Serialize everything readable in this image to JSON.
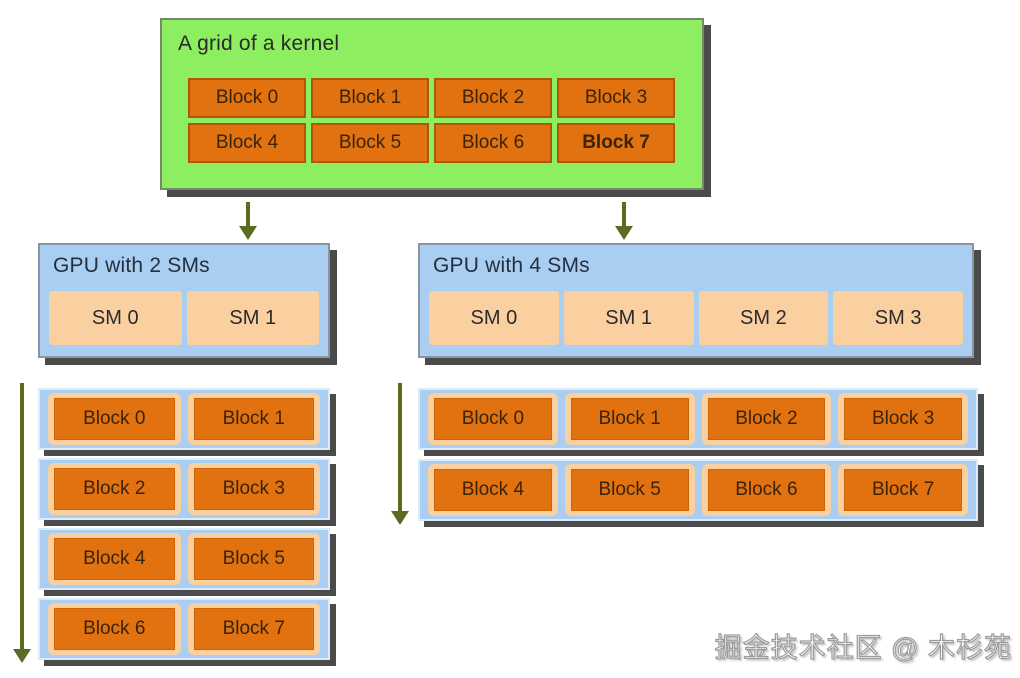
{
  "kernel_grid": {
    "title": "A grid of a kernel",
    "blocks": [
      "Block 0",
      "Block 1",
      "Block 2",
      "Block 3",
      "Block 4",
      "Block 5",
      "Block 6",
      "Block 7"
    ],
    "bold_block": "Block 7"
  },
  "gpu_2sm": {
    "title": "GPU with 2 SMs",
    "sms": [
      "SM 0",
      "SM 1"
    ],
    "schedule_rows": [
      [
        "Block 0",
        "Block 1"
      ],
      [
        "Block 2",
        "Block 3"
      ],
      [
        "Block 4",
        "Block 5"
      ],
      [
        "Block 6",
        "Block 7"
      ]
    ]
  },
  "gpu_4sm": {
    "title": "GPU with 4 SMs",
    "sms": [
      "SM 0",
      "SM 1",
      "SM 2",
      "SM 3"
    ],
    "schedule_rows": [
      [
        "Block 0",
        "Block 1",
        "Block 2",
        "Block 3"
      ],
      [
        "Block 4",
        "Block 5",
        "Block 6",
        "Block 7"
      ]
    ]
  },
  "watermark": "掘金技术社区 @ 木杉苑",
  "colors": {
    "kernel_box_fill": "#8dee5f",
    "block_fill": "#e2710f",
    "gpu_box_fill": "#a9cef2",
    "sm_fill": "#fbd0a1",
    "arrow": "#5a6b22",
    "shadow": "#4b4b4b"
  }
}
